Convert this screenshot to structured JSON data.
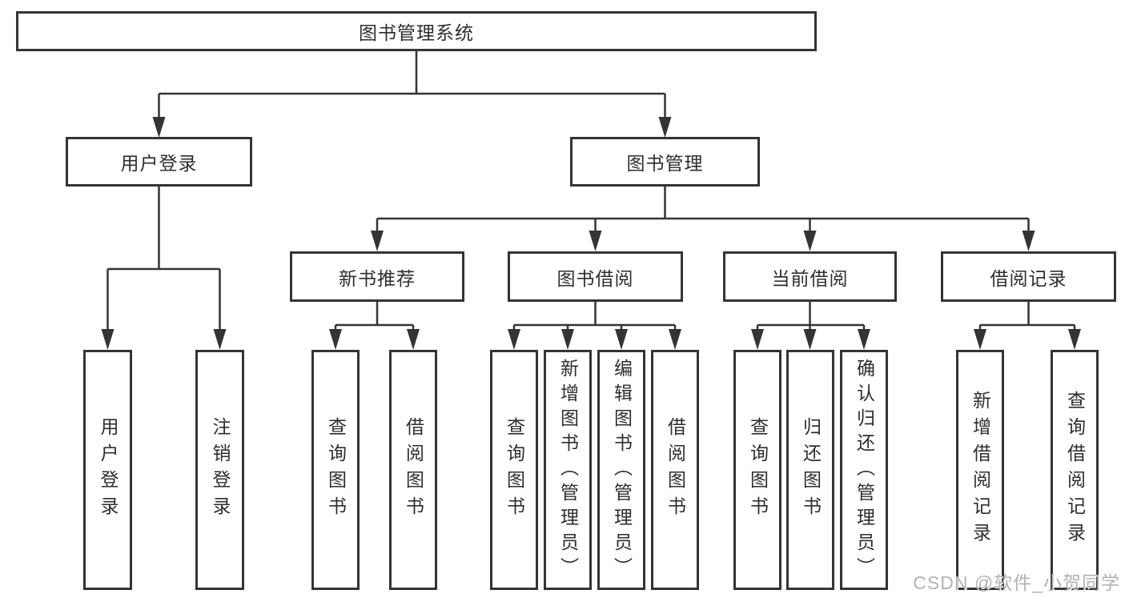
{
  "tree": {
    "label": "图书管理系统",
    "children": [
      {
        "label": "用户登录",
        "children": [
          {
            "label": "用户登录"
          },
          {
            "label": "注销登录"
          }
        ]
      },
      {
        "label": "图书管理",
        "children": [
          {
            "label": "新书推荐",
            "children": [
              {
                "label": "查询图书"
              },
              {
                "label": "借阅图书"
              }
            ]
          },
          {
            "label": "图书借阅",
            "children": [
              {
                "label": "查询图书"
              },
              {
                "label": "新增图书（管理员）"
              },
              {
                "label": "编辑图书（管理员）"
              },
              {
                "label": "借阅图书"
              }
            ]
          },
          {
            "label": "当前借阅",
            "children": [
              {
                "label": "查询图书"
              },
              {
                "label": "归还图书"
              },
              {
                "label": "确认归还（管理员）"
              }
            ]
          },
          {
            "label": "借阅记录",
            "children": [
              {
                "label": "新增借阅记录"
              },
              {
                "label": "查询借阅记录"
              }
            ]
          }
        ]
      }
    ]
  },
  "watermark": {
    "text": "CSDN @软件_小贺同学"
  },
  "colors": {
    "line": "#343434",
    "text": "#2e2e2e",
    "watermark": "#b3b3b3",
    "background": "#ffffff"
  }
}
